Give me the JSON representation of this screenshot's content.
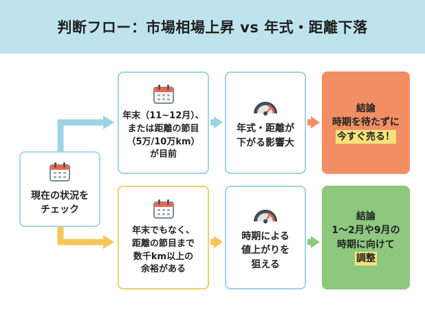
{
  "title": "判断フロー：市場相場上昇 vs 年式・距離下落",
  "start": {
    "label": "現在の状況を\nチェック",
    "icon": "calendar-icon"
  },
  "branch_top": {
    "condition": "年末（11~12月）、\nまたは距離の節目\n（5万/10万km）\nが目前",
    "condition_icon": "calendar-icon",
    "impact": "年式・距離が\n下がる影響大",
    "impact_icon": "speedometer-icon",
    "result_title": "結論",
    "result_line": "時期を待たずに",
    "result_emphasis": "今すぐ売る！"
  },
  "branch_bottom": {
    "condition": "年末でもなく、\n距離の節目まで\n数千km以上の\n余裕がある",
    "condition_icon": "calendar-icon",
    "impact": "時期による\n値上がりを\n狙える",
    "impact_icon": "speedometer-icon",
    "result_title": "結論",
    "result_line": "1～2月や9月の\n時期に向けて",
    "result_emphasis": "調整"
  },
  "colors": {
    "header_bg": "#bfe3ec",
    "blue_border": "#9fd3e3",
    "yellow_border": "#f2cd6c",
    "orange_result": "#f28e64",
    "green_result": "#8dc87e",
    "highlight": "#f7e27a"
  }
}
